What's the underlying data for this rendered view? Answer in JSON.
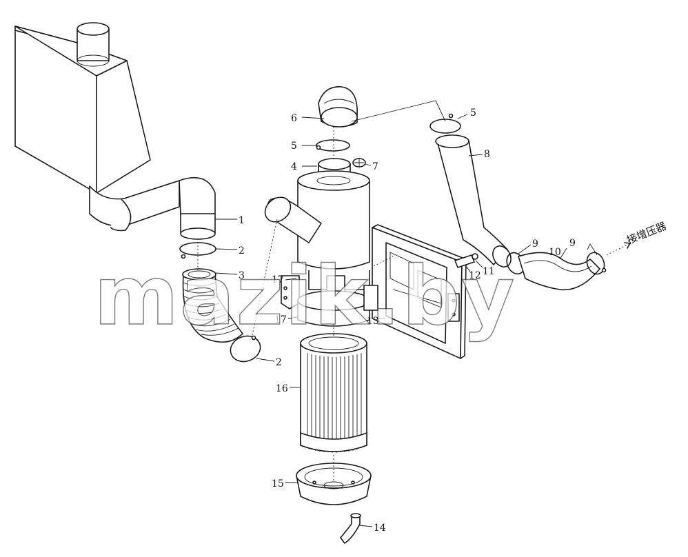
{
  "diagram": {
    "callouts": [
      "1",
      "2",
      "3",
      "2",
      "17",
      "17",
      "6",
      "5",
      "4",
      "7",
      "5",
      "8",
      "9",
      "10",
      "9",
      "12",
      "11",
      "13",
      "16",
      "15",
      "14"
    ],
    "outlet_note": "接增压器",
    "watermark": "mazik.by"
  }
}
